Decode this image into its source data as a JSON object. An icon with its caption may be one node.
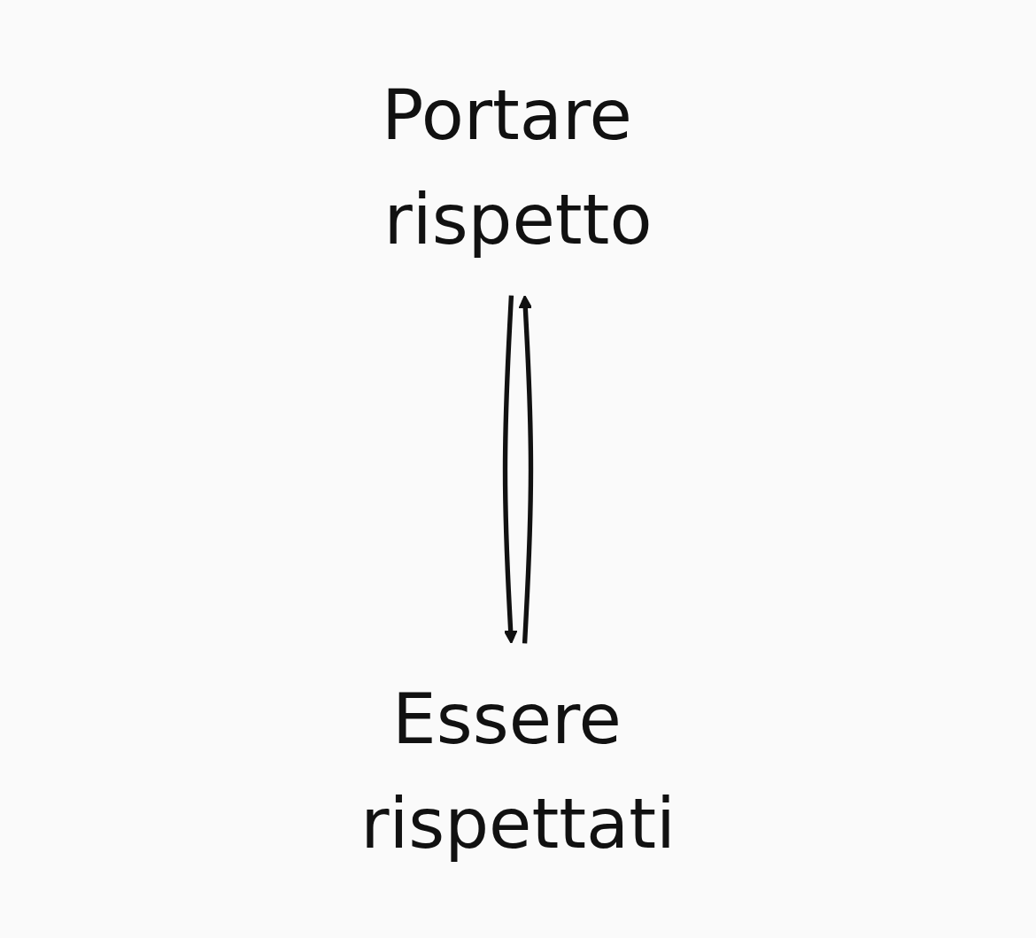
{
  "diagram": {
    "nodes": [
      {
        "text": [
          "Portare rispetto"
        ]
      },
      {
        "text": [
          "Essere rispettati"
        ]
      }
    ],
    "edges": [
      {
        "from": 0,
        "to": 1,
        "arrow": "to"
      },
      {
        "from": 1,
        "to": 0,
        "arrow": "to"
      }
    ]
  }
}
